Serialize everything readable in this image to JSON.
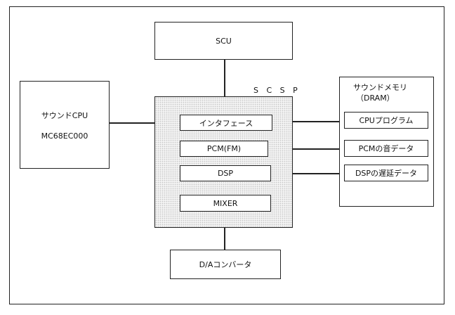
{
  "diagram": {
    "scu": "SCU",
    "scsp": "S C S P",
    "sound_cpu": {
      "line1": "サウンドCPU",
      "line2": "MC68EC000"
    },
    "interface": "インタフェース",
    "pcm": "PCM(FM)",
    "dsp": "DSP",
    "mixer": "MIXER",
    "dac": "D/Aコンバータ",
    "sound_memory": {
      "title_line1": "サウンドメモリ",
      "title_line2": "（DRAM）",
      "items": [
        "CPUプログラム",
        "PCMの音データ",
        "DSPの遅延データ"
      ]
    }
  }
}
